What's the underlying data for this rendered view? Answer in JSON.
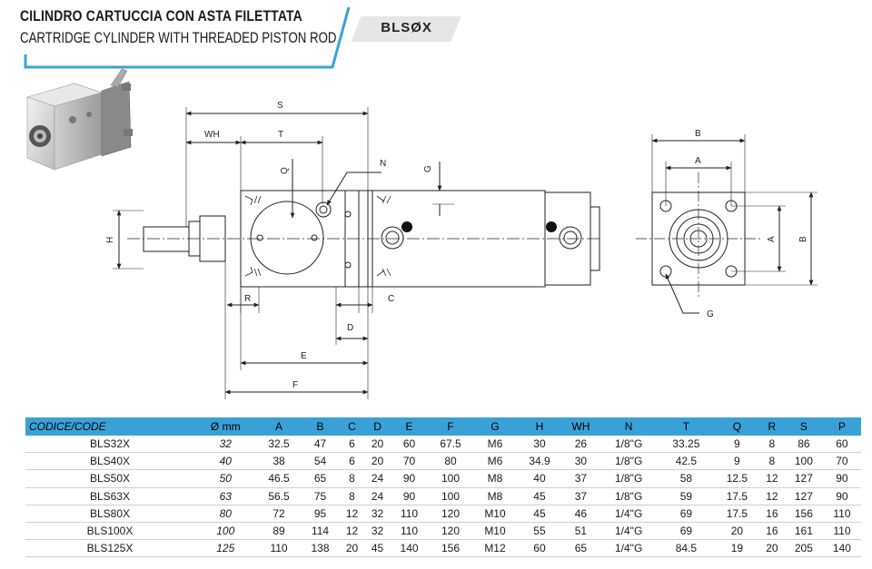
{
  "title_it": "CILINDRO CARTUCCIA CON ASTA FILETTATA",
  "title_en": "CARTRIDGE CYLINDER WITH THREADED PISTON ROD",
  "code": "BLSØX",
  "colors": {
    "accent": "#3aa1d8",
    "badge": "#e6e6e6",
    "line": "#222222"
  },
  "drawing_labels": {
    "S": "S",
    "WH": "WH",
    "T": "T",
    "N": "N",
    "Q": "Q",
    "G": "G",
    "H": "H",
    "R": "R",
    "C": "C",
    "D": "D",
    "E": "E",
    "F": "F",
    "B_top": "B",
    "A_top": "A",
    "A_side": "A",
    "B_side": "B",
    "G_end": "G"
  },
  "table": {
    "headers": [
      "CODICE/CODE",
      "Ø mm",
      "A",
      "B",
      "C",
      "D",
      "E",
      "F",
      "G",
      "H",
      "WH",
      "N",
      "T",
      "Q",
      "R",
      "S",
      "P"
    ],
    "rows": [
      [
        "BLS32X",
        "32",
        "32.5",
        "47",
        "6",
        "20",
        "60",
        "67.5",
        "M6",
        "30",
        "26",
        "1/8\"G",
        "33.25",
        "9",
        "8",
        "86",
        "60"
      ],
      [
        "BLS40X",
        "40",
        "38",
        "54",
        "6",
        "20",
        "70",
        "80",
        "M6",
        "34.9",
        "30",
        "1/8\"G",
        "42.5",
        "9",
        "8",
        "100",
        "70"
      ],
      [
        "BLS50X",
        "50",
        "46.5",
        "65",
        "8",
        "24",
        "90",
        "100",
        "M8",
        "40",
        "37",
        "1/8\"G",
        "58",
        "12.5",
        "12",
        "127",
        "90"
      ],
      [
        "BLS63X",
        "63",
        "56.5",
        "75",
        "8",
        "24",
        "90",
        "100",
        "M8",
        "45",
        "37",
        "1/8\"G",
        "59",
        "17.5",
        "12",
        "127",
        "90"
      ],
      [
        "BLS80X",
        "80",
        "72",
        "95",
        "12",
        "32",
        "110",
        "120",
        "M10",
        "45",
        "46",
        "1/4\"G",
        "69",
        "17.5",
        "16",
        "156",
        "110"
      ],
      [
        "BLS100X",
        "100",
        "89",
        "114",
        "12",
        "32",
        "110",
        "120",
        "M10",
        "55",
        "51",
        "1/4\"G",
        "69",
        "20",
        "16",
        "161",
        "110"
      ],
      [
        "BLS125X",
        "125",
        "110",
        "138",
        "20",
        "45",
        "140",
        "156",
        "M12",
        "60",
        "65",
        "1/4\"G",
        "84.5",
        "19",
        "20",
        "205",
        "140"
      ]
    ]
  }
}
